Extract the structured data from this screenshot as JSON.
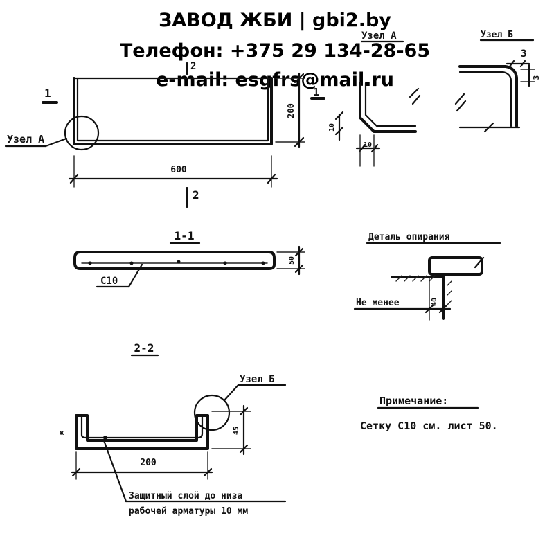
{
  "header": {
    "line1": "ЗАВОД ЖБИ | gbi2.by",
    "line2": "Телефон: +375 29 134-28-65",
    "line3": "e-mail: esgfrs@mail.ru"
  },
  "plan": {
    "section_mark_left": "1",
    "section_mark_top": "2",
    "section_mark_bottom": "2",
    "node_label": "Узел А",
    "dim_length": "600",
    "dim_width": "200"
  },
  "node_a": {
    "title": "Узел А",
    "section_mark": "1",
    "dim_vertical": "10",
    "dim_horizontal": "10"
  },
  "node_b": {
    "title": "Узел Б",
    "dim_top": "3",
    "dim_side": "3"
  },
  "section_1": {
    "title": "1-1",
    "dim_height": "50",
    "rebar_label": "С10"
  },
  "support": {
    "title": "Деталь опирания",
    "label_min": "Не менее",
    "dim": "40"
  },
  "section_2": {
    "title": "2-2",
    "node_label": "Узел Б",
    "dim_width": "200",
    "dim_height": "45",
    "note_line1": "Защитный слой до низа",
    "note_line2": "рабочей арматуры 10 мм"
  },
  "note": {
    "title": "Примечание:",
    "text": "Сетку С10 см. лист 50."
  }
}
